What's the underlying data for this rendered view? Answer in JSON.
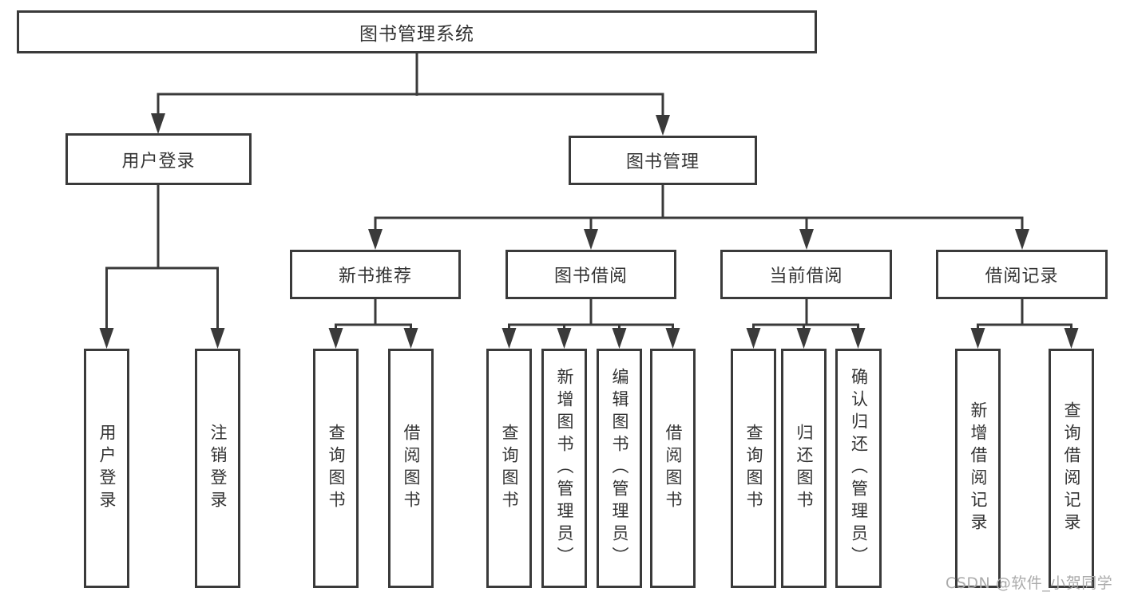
{
  "root": {
    "label": "图书管理系统"
  },
  "level2": {
    "user_login": {
      "label": "用户登录"
    },
    "book_management": {
      "label": "图书管理"
    }
  },
  "level3": {
    "new_book_recommendation": {
      "label": "新书推荐"
    },
    "book_borrowing": {
      "label": "图书借阅"
    },
    "current_borrowing": {
      "label": "当前借阅"
    },
    "borrowing_records": {
      "label": "借阅记录"
    }
  },
  "leaves": {
    "user_login": "用户登录",
    "logout": "注销登录",
    "nb_query_books": "查询图书",
    "nb_borrow_books": "借阅图书",
    "bb_query_books": "查询图书",
    "bb_add_books_admin": "新增图书（管理员）",
    "bb_edit_books_admin": "编辑图书（管理员）",
    "bb_borrow_books": "借阅图书",
    "cb_query_books": "查询图书",
    "cb_return_books": "归还图书",
    "cb_confirm_return_admin": "确认归还（管理员）",
    "rec_add_record": "新增借阅记录",
    "rec_query_record": "查询借阅记录"
  },
  "watermark": "CSDN @软件_小贺同学",
  "colors": {
    "line": "#3a3a3a",
    "box_border": "#3a3a3a",
    "text": "#333333",
    "watermark": "#ababab",
    "background": "#ffffff"
  }
}
